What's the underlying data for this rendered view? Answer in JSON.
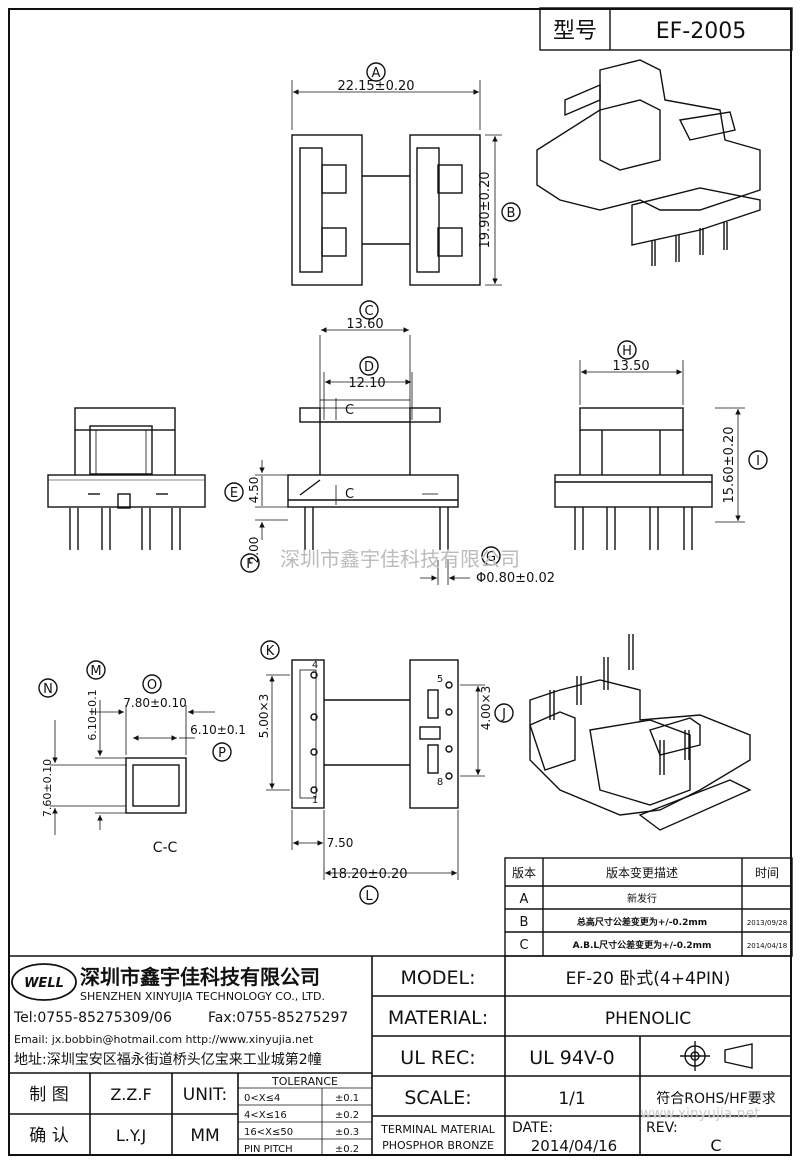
{
  "header": {
    "model_label": "型号",
    "model_value": "EF-2005"
  },
  "dims": {
    "A": "A",
    "A_val": "22.15±0.20",
    "B": "B",
    "B_val": "19.90±0.20",
    "C": "C",
    "C_val": "13.60",
    "D": "D",
    "D_val": "12.10",
    "E": "E",
    "E_val": "4.50",
    "F": "F",
    "F_val": "2.00",
    "G": "G",
    "G_val": "Φ0.80±0.02",
    "H": "H",
    "H_val": "13.50",
    "I": "I",
    "I_val": "15.60±0.20",
    "J": "J",
    "K": "K",
    "K_val": "5.00×3",
    "L": "L",
    "L_val": "18.20±0.20",
    "M": "M",
    "M_val": "6.10±0.1",
    "N": "N",
    "N_val": "7.60±0.10",
    "O": "O",
    "O_val": "7.80±0.10",
    "P": "P",
    "P_val": "6.10±0.1",
    "pitch2": "4.00×3",
    "bot750": "7.50",
    "section_c": "C",
    "cc": "C-C",
    "pin4": "4",
    "pin1": "1",
    "pin5": "5",
    "pin8": "8"
  },
  "watermark": "深圳市鑫宇佳科技有限公司",
  "watermark2": "www.xinyujia.net",
  "revisions": {
    "headers": [
      "版本",
      "版本变更描述",
      "时间"
    ],
    "rows": [
      {
        "ver": "A",
        "desc": "新发行",
        "date": ""
      },
      {
        "ver": "B",
        "desc": "总高尺寸公差变更为+/-0.2mm",
        "date": "2013/09/28"
      },
      {
        "ver": "C",
        "desc": "A.B.L尺寸公差变更为+/-0.2mm",
        "date": "2014/04/18"
      }
    ]
  },
  "company": {
    "logo": "WELL",
    "name_cn": "深圳市鑫宇佳科技有限公司",
    "name_en": "SHENZHEN XINYUJIA TECHNOLOGY CO., LTD.",
    "tel": "Tel:0755-85275309/06",
    "fax": "Fax:0755-85275297",
    "email": "Email: jx.bobbin@hotmail.com http://www.xinyujia.net",
    "addr": "地址:深圳宝安区福永街道桥头亿宝来工业城第2幢"
  },
  "title_block": {
    "model_label": "MODEL:",
    "model": "EF-20 卧式(4+4PIN)",
    "material_label": "MATERIAL:",
    "material": "PHENOLIC",
    "ulrec_label": "UL REC:",
    "ulrec": "UL 94V-0",
    "scale_label": "SCALE:",
    "scale": "1/1",
    "rohs": "符合ROHS/HF要求",
    "terminal1": "TERMINAL MATERIAL",
    "terminal2": "PHOSPHOR BRONZE",
    "date_label": "DATE:",
    "date": "2014/04/16",
    "rev_label": "REV:",
    "rev": "C",
    "draw_label": "制 图",
    "draw_val": "Z.Z.F",
    "check_label": "确 认",
    "check_val": "L.Y.J",
    "unit_label": "UNIT:",
    "unit": "MM",
    "tol_title": "TOLERANCE",
    "tol": [
      {
        "range": "0<X≤4",
        "val": "±0.1"
      },
      {
        "range": "4<X≤16",
        "val": "±0.2"
      },
      {
        "range": "16<X≤50",
        "val": "±0.3"
      },
      {
        "range": "PIN PITCH",
        "val": "±0.2"
      }
    ]
  }
}
